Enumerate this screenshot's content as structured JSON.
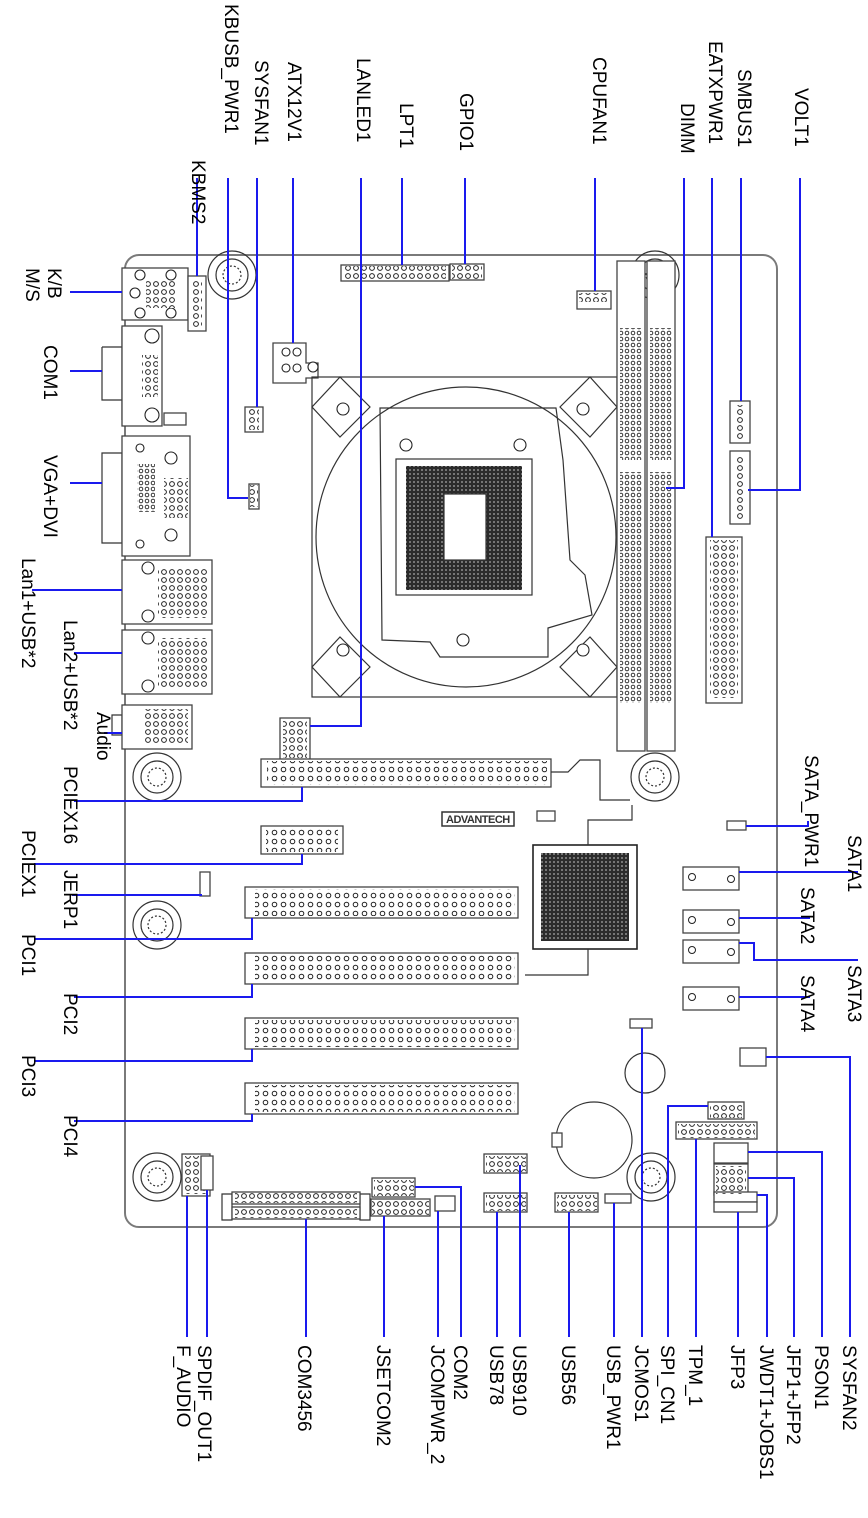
{
  "diagram": {
    "title": "Motherboard connector and jumper layout",
    "brand_logo": "ADVANTECH",
    "leader_color": "#1a1aee",
    "labels_top": [
      "KBMS2",
      "KBUSB_PWR1",
      "SYSFAN1",
      "ATX12V1",
      "LANLED1",
      "LPT1",
      "GPIO1",
      "CPUFAN1",
      "DIMM",
      "EATXPWR1",
      "SMBUS1",
      "VOLT1"
    ],
    "labels_left": [
      "K/B",
      "M/S",
      "COM1",
      "VGA+DVI",
      "Lan1+USB*2",
      "Lan2+USB*2",
      "Audio",
      "PCIEX16",
      "PCIEX1",
      "JERP1",
      "PCI1",
      "PCI2",
      "PCI3",
      "PCI4"
    ],
    "labels_right": [
      "SATA_PWR1",
      "SATA1",
      "SATA2",
      "SATA3",
      "SATA4"
    ],
    "labels_bottom": [
      "F_AUDIO",
      "SPDIF_OUT1",
      "COM3456",
      "JSETCOM2",
      "JCOMPWR_2",
      "COM2",
      "USB78",
      "USB910",
      "USB56",
      "USB_PWR1",
      "JCMOS1",
      "SPI_CN1",
      "TPM_1",
      "JFP3",
      "JWDT1+JOBS1",
      "JFP1+JFP2",
      "PSON1",
      "SYSFAN2"
    ]
  }
}
